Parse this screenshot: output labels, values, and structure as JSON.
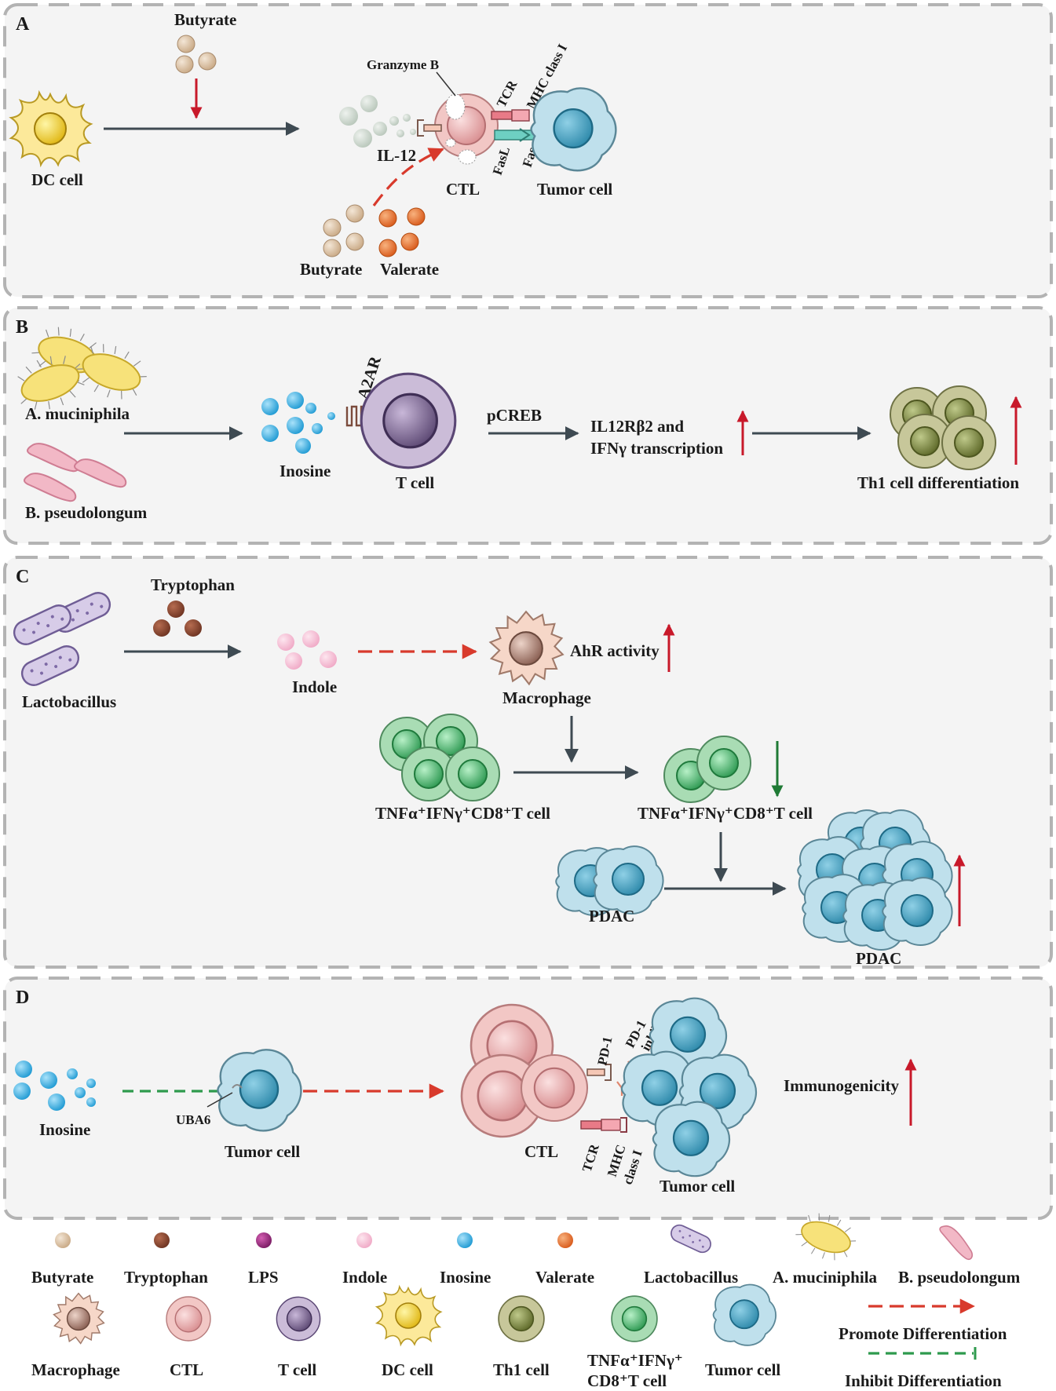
{
  "panels": {
    "a": {
      "letter": "A",
      "butyrate_top": "Butyrate",
      "dc_cell": "DC cell",
      "granzyme": "Granzyme B",
      "tcr": "TCR",
      "mhc": "MHC class I",
      "il12": "IL-12",
      "fasl": "FasL",
      "fas": "Fas",
      "ctl": "CTL",
      "tumor": "Tumor cell",
      "butyrate_bottom": "Butyrate",
      "valerate": "Valerate"
    },
    "b": {
      "letter": "B",
      "a_muc": "A. muciniphila",
      "b_pseudo": "B. pseudolongum",
      "inosine": "Inosine",
      "a2ar": "A2AR",
      "tcell": "T cell",
      "pcreb": "pCREB",
      "il12rb2_line1": "IL12Rβ2 and",
      "il12rb2_line2": "IFNγ transcription",
      "th1": "Th1 cell differentiation"
    },
    "c": {
      "letter": "C",
      "tryptophan": "Tryptophan",
      "lactobacillus": "Lactobacillus",
      "indole": "Indole",
      "ahr": "AhR activity",
      "macrophage": "Macrophage",
      "cd8_left": "TNFα⁺IFNγ⁺CD8⁺T cell",
      "cd8_right": "TNFα⁺IFNγ⁺CD8⁺T cell",
      "pdac_left": "PDAC",
      "pdac_right": "PDAC"
    },
    "d": {
      "letter": "D",
      "inosine": "Inosine",
      "uba6": "UBA6",
      "tumor_left": "Tumor cell",
      "ctl": "CTL",
      "pd1": "PD-1",
      "pd1_inh_1": "PD-1",
      "pd1_inh_2": "inhibitor",
      "tcr": "TCR",
      "mhc_1": "MHC",
      "mhc_2": "class I",
      "tumor_right": "Tumor cell",
      "immuno": "Immunogenicity"
    }
  },
  "legend": {
    "row1": [
      "Butyrate",
      "Tryptophan",
      "LPS",
      "Indole",
      "Inosine",
      "Valerate",
      "Lactobacillus",
      "A. muciniphila",
      "B. pseudolongum"
    ],
    "row2": [
      "Macrophage",
      "CTL",
      "T cell",
      "DC cell",
      "Th1 cell",
      "TNFα⁺IFNγ⁺",
      "CD8⁺T cell",
      "Tumor cell"
    ],
    "promote": "Promote Differentiation",
    "inhibit": "Inhibit Differentiation"
  },
  "colors": {
    "butyrate": "#d8bfa4",
    "tryptophan": "#8e4b34",
    "lps": "#9b2a80",
    "indole": "#f6c6d9",
    "inosine": "#46b7e6",
    "valerate": "#e97a3c",
    "promote": "#d83a2c",
    "inhibit": "#2e9a4d"
  }
}
